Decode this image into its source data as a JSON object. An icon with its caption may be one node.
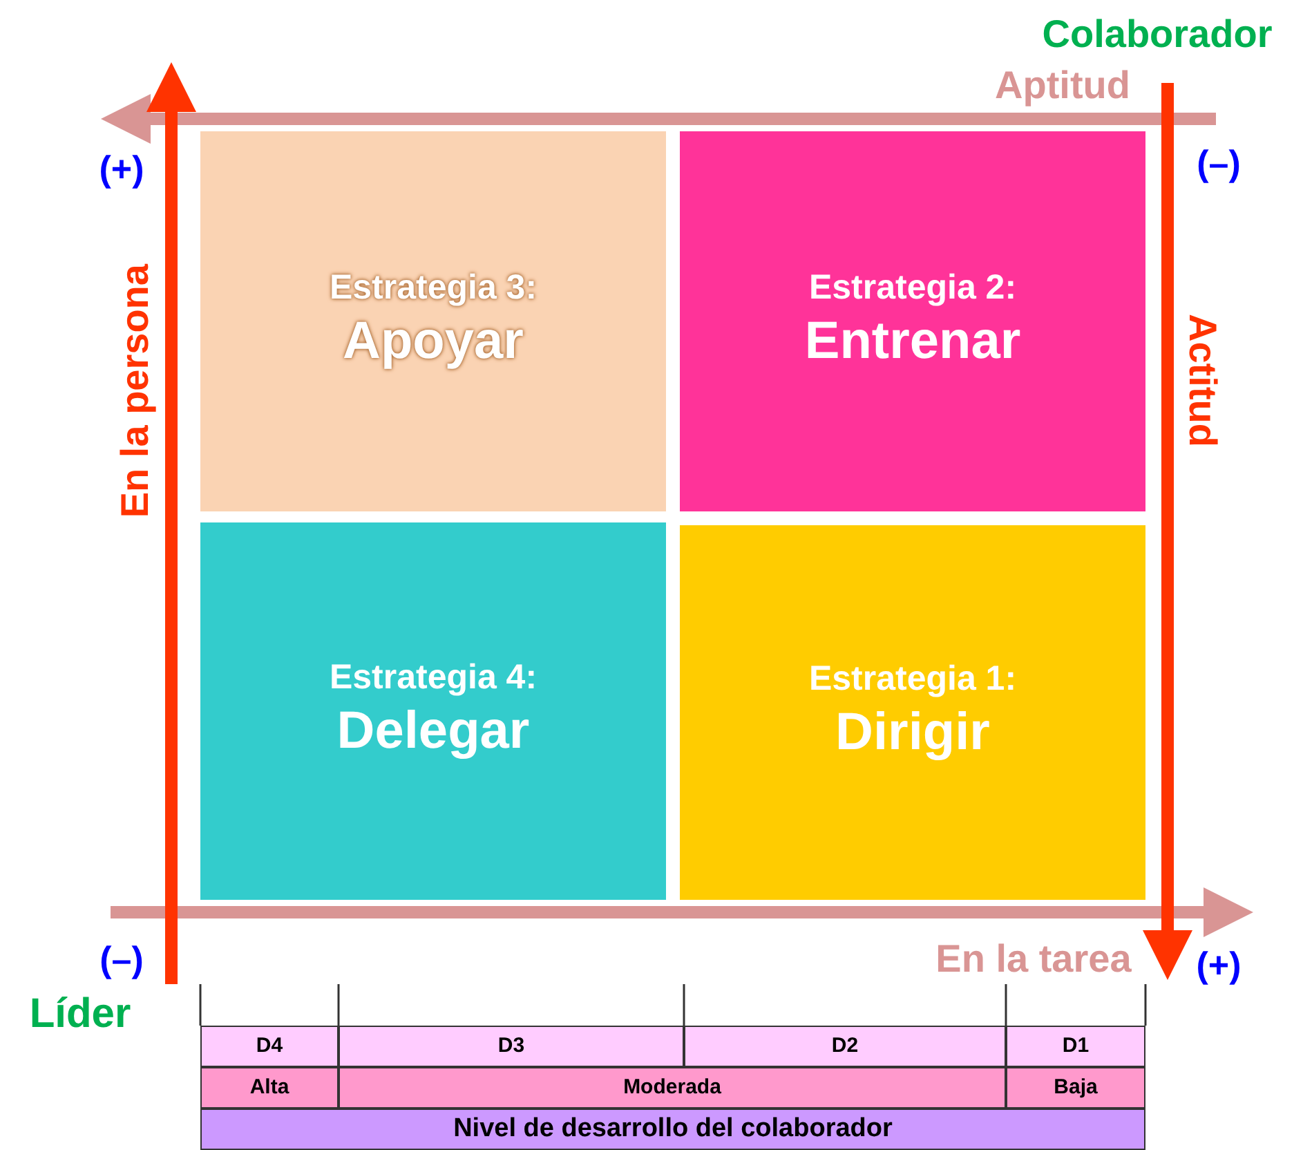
{
  "diagram": {
    "nodes": [
      {
        "text": [
          "Estrategia 3:",
          "Apoyar"
        ]
      },
      {
        "text": [
          "Estrategia 2:",
          "Entrenar"
        ]
      },
      {
        "text": [
          "Estrategia 4:",
          "Delegar"
        ]
      },
      {
        "text": [
          "Estrategia 1:",
          "Dirigir"
        ]
      }
    ],
    "labels": [
      "Colaborador",
      "Aptitud",
      "(+)",
      "(–)",
      "En la persona",
      "Actitud",
      "(–)",
      "En la tarea",
      "(+)",
      "Líder",
      "D4",
      "D3",
      "D2",
      "D1",
      "Alta",
      "Moderada",
      "Baja",
      "Nivel de desarrollo del colaborador"
    ]
  }
}
